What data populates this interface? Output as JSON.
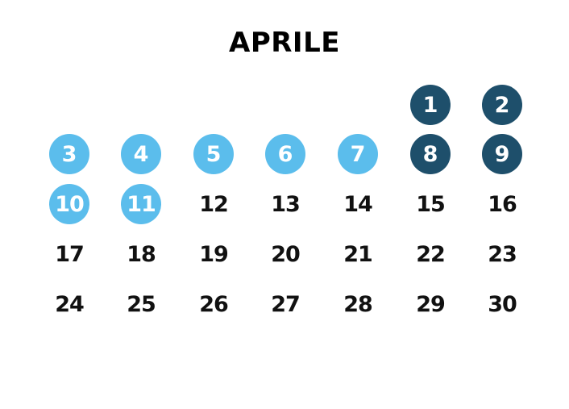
{
  "month": "APRILE",
  "colors": {
    "light_highlight": "#5bbdec",
    "dark_highlight": "#1e4f6b",
    "text": "#111111",
    "background": "#ffffff"
  },
  "weeks": [
    [
      null,
      null,
      null,
      null,
      null,
      {
        "day": "1",
        "style": "dark"
      },
      {
        "day": "2",
        "style": "dark"
      }
    ],
    [
      {
        "day": "3",
        "style": "light"
      },
      {
        "day": "4",
        "style": "light"
      },
      {
        "day": "5",
        "style": "light"
      },
      {
        "day": "6",
        "style": "light"
      },
      {
        "day": "7",
        "style": "light"
      },
      {
        "day": "8",
        "style": "dark"
      },
      {
        "day": "9",
        "style": "dark"
      }
    ],
    [
      {
        "day": "10",
        "style": "light"
      },
      {
        "day": "11",
        "style": "light"
      },
      {
        "day": "12",
        "style": "plain"
      },
      {
        "day": "13",
        "style": "plain"
      },
      {
        "day": "14",
        "style": "plain"
      },
      {
        "day": "15",
        "style": "plain"
      },
      {
        "day": "16",
        "style": "plain"
      }
    ],
    [
      {
        "day": "17",
        "style": "plain"
      },
      {
        "day": "18",
        "style": "plain"
      },
      {
        "day": "19",
        "style": "plain"
      },
      {
        "day": "20",
        "style": "plain"
      },
      {
        "day": "21",
        "style": "plain"
      },
      {
        "day": "22",
        "style": "plain"
      },
      {
        "day": "23",
        "style": "plain"
      }
    ],
    [
      {
        "day": "24",
        "style": "plain"
      },
      {
        "day": "25",
        "style": "plain"
      },
      {
        "day": "26",
        "style": "plain"
      },
      {
        "day": "27",
        "style": "plain"
      },
      {
        "day": "28",
        "style": "plain"
      },
      {
        "day": "29",
        "style": "plain"
      },
      {
        "day": "30",
        "style": "plain"
      }
    ]
  ]
}
